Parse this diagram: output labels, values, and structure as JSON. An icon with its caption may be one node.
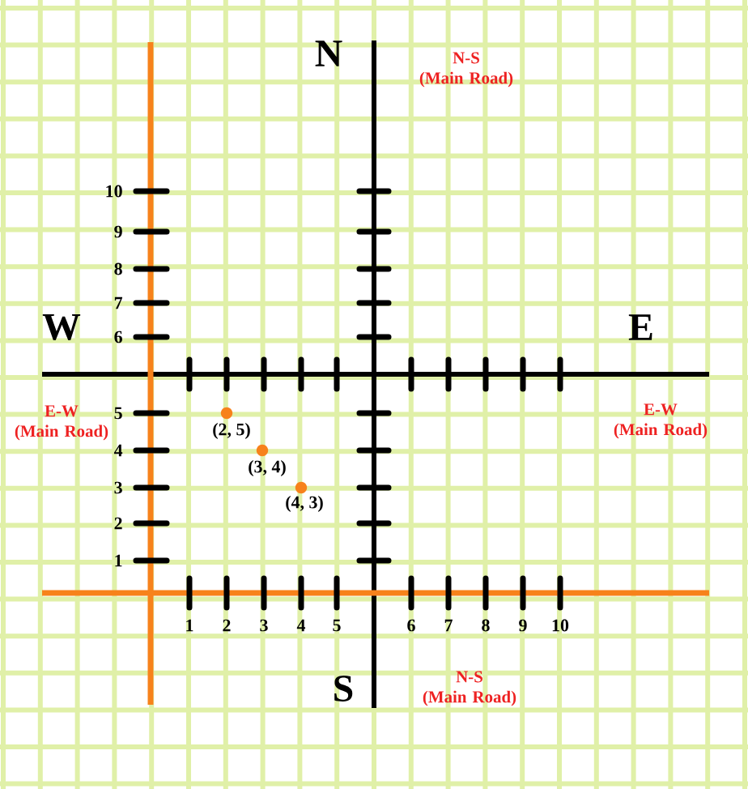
{
  "diagram": {
    "labels": [
      "N",
      "N-S (Main Road)",
      "10",
      "9",
      "8",
      "7",
      "W",
      "E",
      "6",
      "5",
      "E-W (Main Road)",
      "E-W (Main Road)",
      "(2, 5)",
      "4",
      "(3, 4)",
      "3",
      "(4, 3)",
      "2",
      "1",
      "1",
      "2",
      "3",
      "4",
      "5",
      "6",
      "7",
      "8",
      "9",
      "10",
      "S",
      "N-S (Main Road)"
    ]
  }
}
